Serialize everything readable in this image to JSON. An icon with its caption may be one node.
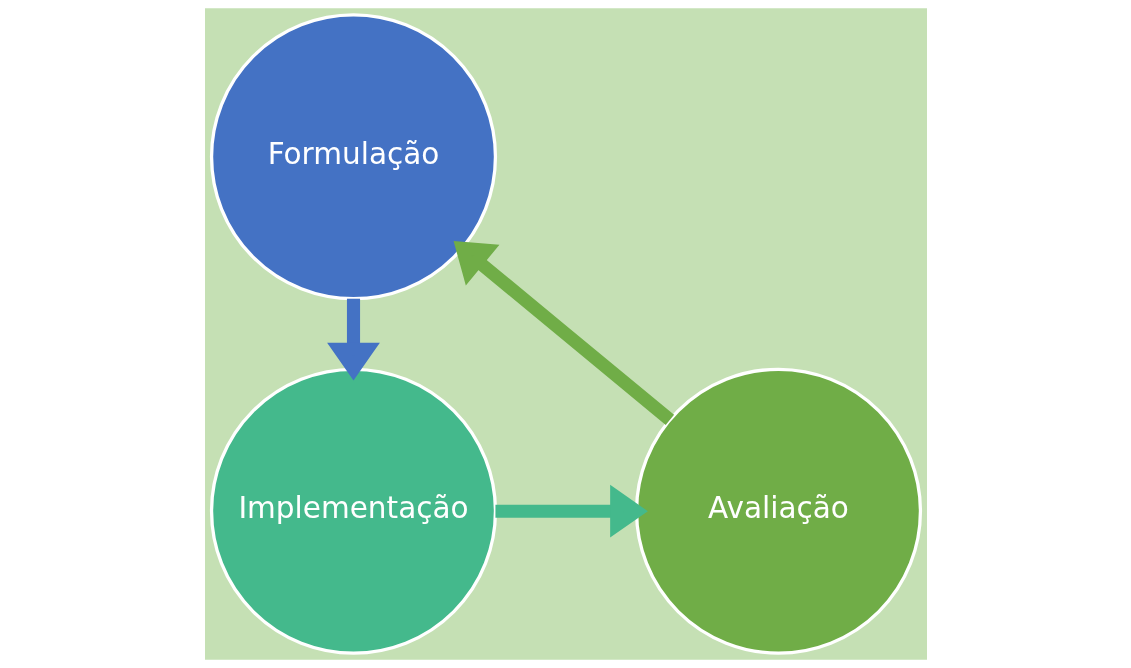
{
  "diagram": {
    "nodes": [
      {
        "text": [
          "Formulação"
        ]
      },
      {
        "text": [
          "Implementação"
        ]
      },
      {
        "text": [
          "Avaliação"
        ]
      }
    ],
    "edges": [
      {
        "from": 0,
        "to": 1,
        "arrow": "to",
        "color": "#4472c4"
      },
      {
        "from": 1,
        "to": 2,
        "arrow": "to",
        "color": "#44b98c"
      },
      {
        "from": 2,
        "to": 0,
        "arrow": "to",
        "color": "#70ad47"
      }
    ]
  }
}
